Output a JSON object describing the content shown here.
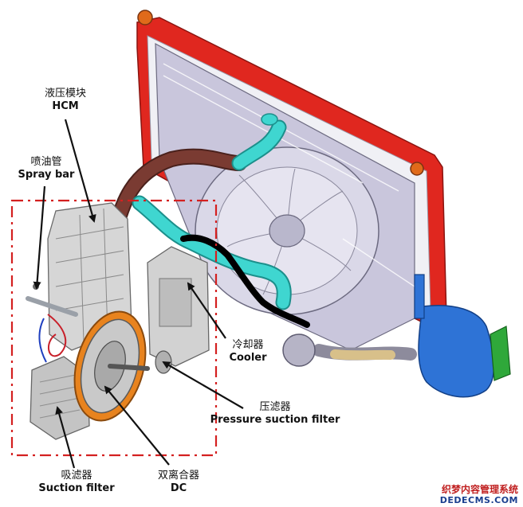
{
  "labels": {
    "hcm": {
      "cn": "液压模块",
      "en": "HCM"
    },
    "spray_bar": {
      "cn": "喷油管",
      "en": "Spray bar"
    },
    "cooler": {
      "cn": "冷却器",
      "en": "Cooler"
    },
    "pressure_filter": {
      "cn": "压滤器",
      "en": "Pressure suction filter"
    },
    "suction_filter": {
      "cn": "吸滤器",
      "en": "Suction filter"
    },
    "dc": {
      "cn": "双离合器",
      "en": "DC"
    }
  },
  "watermark": {
    "cn": "织梦内容管理系统",
    "url": "DEDECMS.COM"
  },
  "colors": {
    "radiator_frame": "#e0271f",
    "fan_shroud": "#c9c6dc",
    "coolant_pipe": "#3fd6d0",
    "brown_hose": "#7a3b32",
    "reservoir": "#2e73d6",
    "bracket": "#2fa83a",
    "dc_ring": "#e8831e",
    "boundary": "#d42020"
  }
}
